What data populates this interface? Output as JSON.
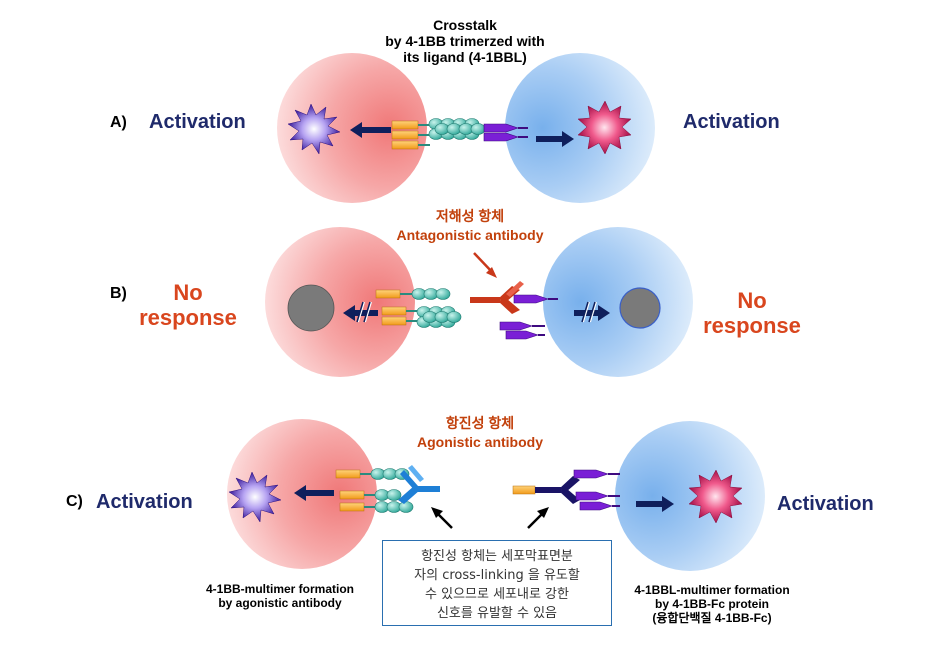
{
  "panel_a": {
    "letter": "A)",
    "title": "Crosstalk\nby 4-1BB trimerzed with\nits ligand (4-1BBL)",
    "left_label": "Activation",
    "right_label": "Activation"
  },
  "panel_b": {
    "letter": "B)",
    "antibody_kr": "저해성 항체",
    "antibody_en": "Antagonistic antibody",
    "left_label": "No\nresponse",
    "right_label": "No\nresponse"
  },
  "panel_c": {
    "letter": "C)",
    "antibody_kr": "항진성 항체",
    "antibody_en": "Agonistic antibody",
    "left_label": "Activation",
    "right_label": "Activation",
    "left_caption": "4-1BB-multimer formation\nby agonistic antibody",
    "right_caption": "4-1BBL-multimer formation\nby 4-1BB-Fc protein\n(융합단백질 4-1BB-Fc)",
    "note": "항진성 항체는 세포막표면분\n자의 cross-linking 을 유도할\n수 있으므로 세포내로 강한\n신호를 유발할 수 있음"
  },
  "colors": {
    "left_cell": "#f07c7c",
    "right_cell": "#7fb6ee",
    "activation_text": "#1f2a6b",
    "no_response_text": "#d9461e",
    "korean_text": "#c2410c",
    "receptor_bead": "#3fb5a8",
    "ligand": "#7a1fd6",
    "antagonist": "#c9381a",
    "agonist": "#1e7fd6"
  }
}
